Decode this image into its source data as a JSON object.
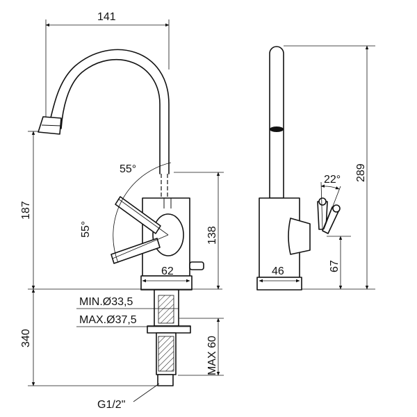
{
  "dimensions": {
    "width_top": "141",
    "height_left": "187",
    "height_body": "138",
    "base_width": "62",
    "below_counter": "340",
    "max_thickness": "MAX 60",
    "hole_min": "MIN.Ø33,5",
    "hole_max": "MAX.Ø37,5",
    "thread": "G1/2\"",
    "angle_up": "55°",
    "angle_down": "55°",
    "side_total_height": "289",
    "side_angle": "22°",
    "side_base_width": "46",
    "side_lever_height": "67"
  },
  "colors": {
    "line": "#111111",
    "background": "#ffffff"
  }
}
